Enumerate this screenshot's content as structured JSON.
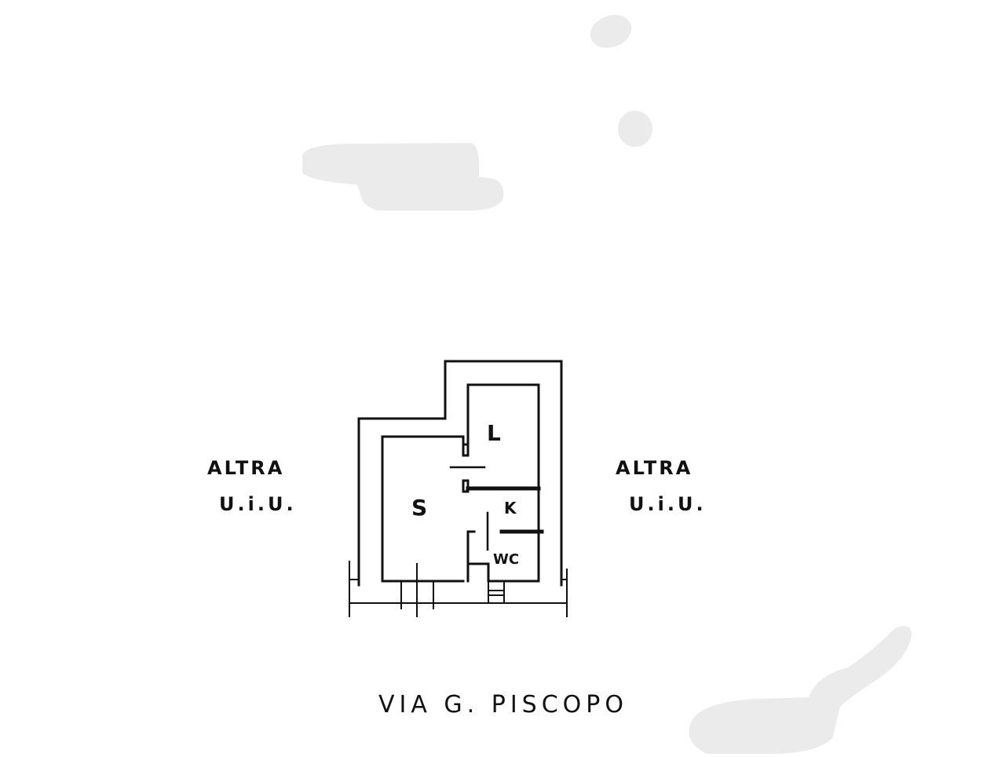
{
  "plan": {
    "left_neighbor": {
      "line1": "ALTRA",
      "line2": "U.i.U."
    },
    "right_neighbor": {
      "line1": "ALTRA",
      "line2": "U.i.U."
    },
    "rooms": [
      {
        "code": "L"
      },
      {
        "code": "S"
      },
      {
        "code": "K"
      },
      {
        "code": "WC"
      }
    ],
    "street": "VIA  G. PISCOPO"
  },
  "colors": {
    "line": "#111111",
    "redaction": "#ebebeb",
    "background": "#ffffff"
  }
}
